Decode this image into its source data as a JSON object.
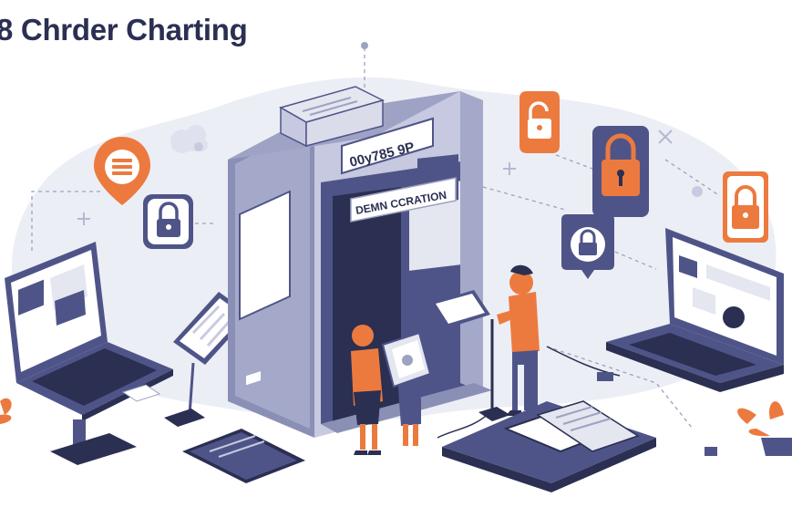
{
  "header": {
    "title": "8 Chrder Charting"
  },
  "kiosk": {
    "top_sign": "00y785 9P",
    "banner": "DEMN CCRATION"
  },
  "colors": {
    "navy": "#4f5488",
    "dark_navy": "#2b2f52",
    "orange": "#ec7a3f",
    "light_grey": "#e4e6f0",
    "blob": "#e9ebf3",
    "white": "#ffffff"
  },
  "icons": [
    "lock-badge-icon",
    "lock-shield-icon",
    "map-pin-icon",
    "plus-icon",
    "close-icon",
    "cloud-icon",
    "plant-icon"
  ]
}
